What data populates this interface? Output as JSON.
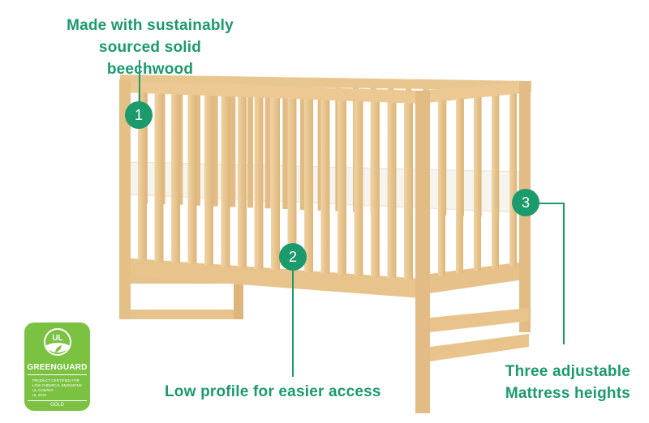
{
  "callouts": [
    {
      "number": "1",
      "text_line1": "Made with sustainably",
      "text_line2": "sourced solid beechwood"
    },
    {
      "number": "2",
      "text_line1": "Low profile for easier access"
    },
    {
      "number": "3",
      "text_line1": "Three adjustable",
      "text_line2": "Mattress heights"
    }
  ],
  "badge": {
    "logo": "UL",
    "name": "GREENGUARD",
    "fine_print": [
      "PRODUCT CERTIFIED FOR",
      "LOW CHEMICAL EMISSIONS",
      "UL.COM/GG",
      "UL 2818"
    ],
    "level": "GOLD"
  },
  "colors": {
    "accent": "#1b9a6c",
    "badge": "#7cc242",
    "wood": "#e9c894"
  }
}
